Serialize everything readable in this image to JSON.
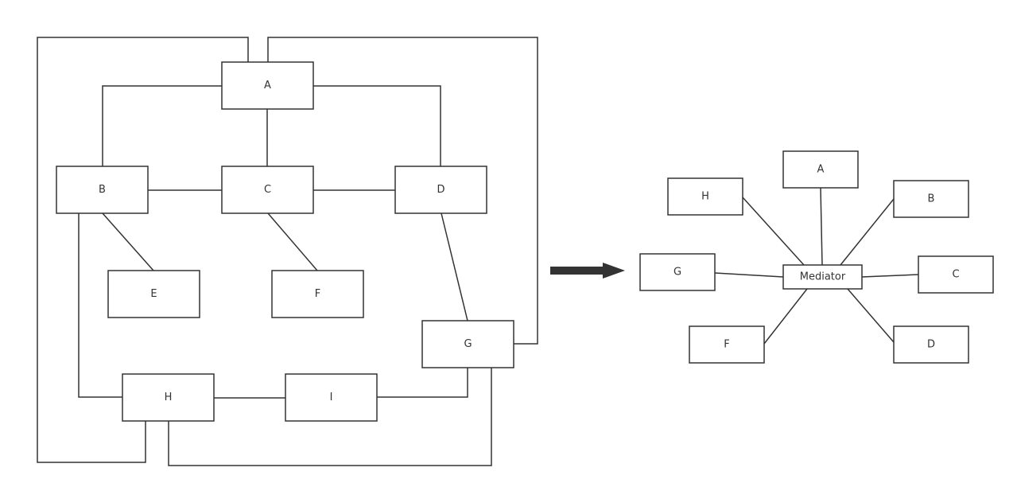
{
  "left_diagram": {
    "nodes": {
      "a": "A",
      "b": "B",
      "c": "C",
      "d": "D",
      "e": "E",
      "f": "F",
      "g": "G",
      "h": "H",
      "i": "I"
    }
  },
  "right_diagram": {
    "hub": "Mediator",
    "nodes": {
      "a": "A",
      "b": "B",
      "c": "C",
      "d": "D",
      "f": "F",
      "g": "G",
      "h": "H"
    }
  },
  "colors": {
    "stroke": "#333333",
    "arrow": "#333333",
    "background": "#ffffff"
  }
}
